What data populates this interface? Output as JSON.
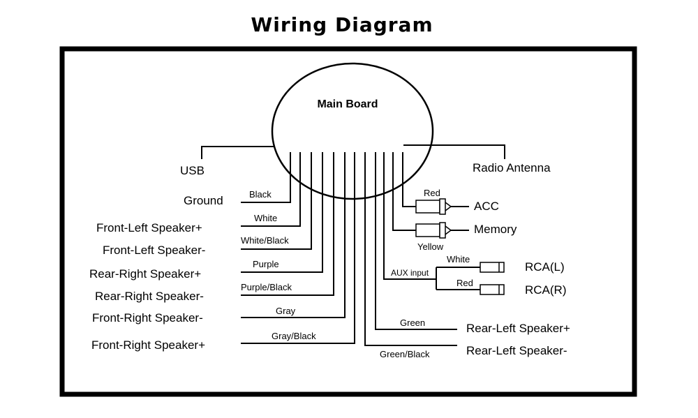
{
  "title": "Wiring Diagram",
  "main_board": "Main Board",
  "left_terminals": {
    "usb": "USB",
    "ground": "Ground",
    "front_left_pos": "Front-Left  Speaker+",
    "front_left_neg": "Front-Left  Speaker-",
    "rear_right_pos": "Rear-Right  Speaker+",
    "rear_right_neg": "Rear-Right  Speaker-",
    "front_right_neg": "Front-Right  Speaker-",
    "front_right_pos": "Front-Right  Speaker+"
  },
  "left_wires": {
    "black": "Black",
    "white": "White",
    "white_black": "White/Black",
    "purple": "Purple",
    "purple_black": "Purple/Black",
    "gray": "Gray",
    "gray_black": "Gray/Black"
  },
  "right_terminals": {
    "radio_antenna": "Radio Antenna",
    "acc": "ACC",
    "memory": "Memory",
    "rca_l": "RCA(L)",
    "rca_r": "RCA(R)",
    "rear_left_pos": "Rear-Left  Speaker+",
    "rear_left_neg": "Rear-Left  Speaker-"
  },
  "right_wires": {
    "red_acc": "Red",
    "yellow": "Yellow",
    "aux_input": "AUX input",
    "white_rca": "White",
    "red_rca": "Red",
    "green": "Green",
    "green_black": "Green/Black"
  }
}
